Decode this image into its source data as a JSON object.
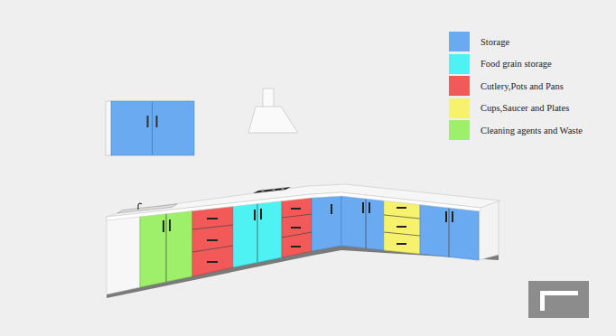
{
  "diagram": {
    "legend": [
      {
        "text": "Storage",
        "color": "#6aaaf0"
      },
      {
        "text": "Food grain storage",
        "color": "#4ef2f2"
      },
      {
        "text": "Cutlery,Pots and Pans",
        "color": "#f25a5a"
      },
      {
        "text": "Cups,Saucer and Plates",
        "color": "#f6f26e"
      },
      {
        "text": "Cleaning agents and Waste",
        "color": "#9ef06a"
      }
    ]
  }
}
